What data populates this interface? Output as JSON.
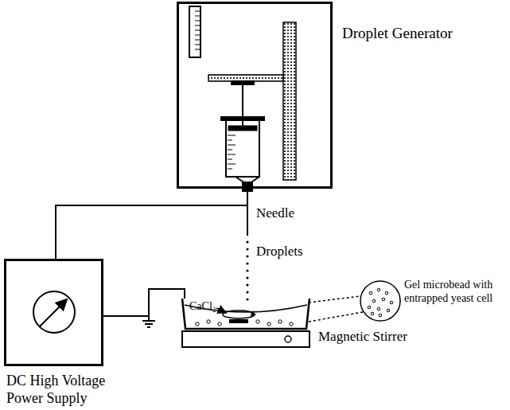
{
  "diagram": {
    "nodes": [
      {
        "text": [
          "Droplet Generator"
        ]
      },
      {
        "text": [
          "DC High Voltage Power Supply"
        ]
      },
      {
        "text": [
          "CaCl₂"
        ]
      },
      {
        "text": [
          "Gel microbead with entrapped yeast cell"
        ]
      },
      {
        "text": [
          "Magnetic Stirrer"
        ]
      }
    ],
    "edges": [
      {
        "from": 1,
        "to": 0,
        "arrow": "none"
      },
      {
        "from": 1,
        "to": 2,
        "arrow": "none"
      }
    ],
    "labels": [
      "Needle",
      "Droplets"
    ]
  }
}
